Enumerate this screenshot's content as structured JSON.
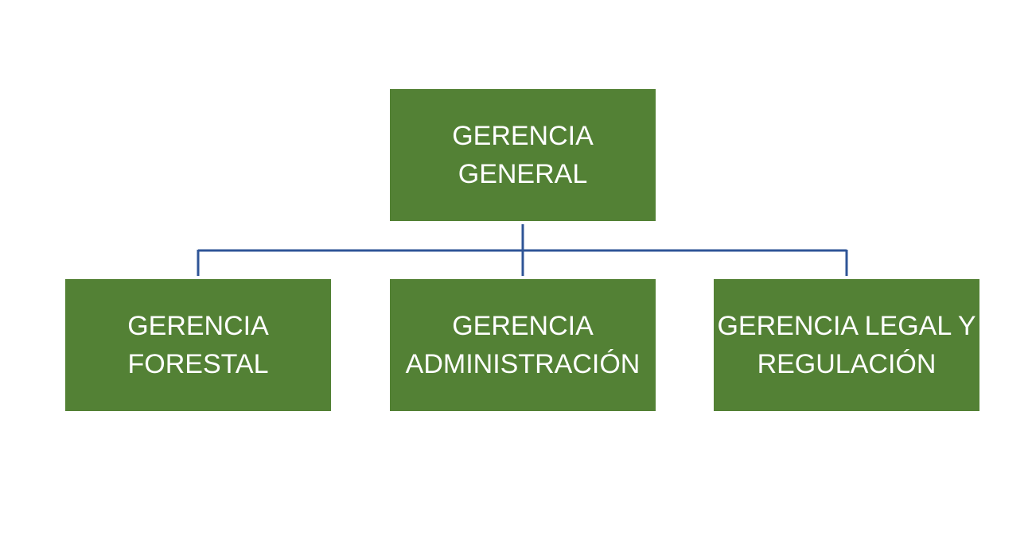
{
  "diagram": {
    "type": "org-chart",
    "colors": {
      "node_fill": "#538135",
      "node_text": "#ffffff",
      "connector": "#2F5597",
      "background": "#ffffff"
    },
    "root": {
      "label": "GERENCIA\nGENERAL"
    },
    "children": [
      {
        "label": "GERENCIA\nFORESTAL"
      },
      {
        "label": "GERENCIA\nADMINISTRACIÓN"
      },
      {
        "label": "GERENCIA LEGAL Y\nREGULACIÓN"
      }
    ]
  }
}
